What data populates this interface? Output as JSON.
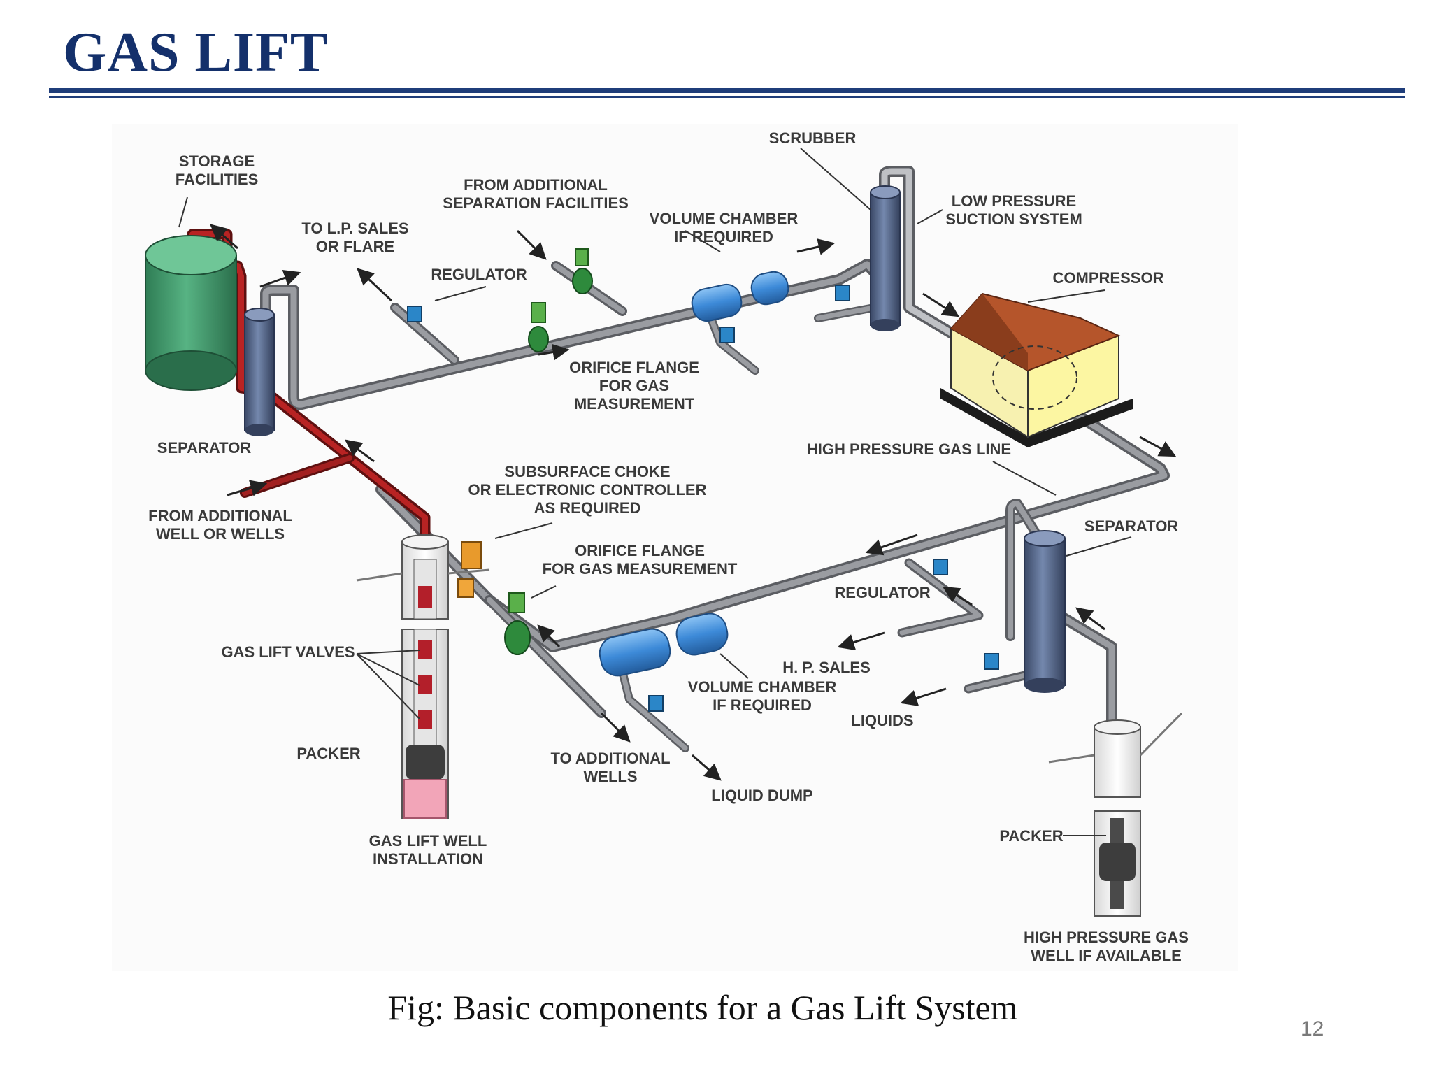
{
  "title": "GAS LIFT",
  "caption": "Fig: Basic components for a Gas Lift System",
  "page_number": "12",
  "colors": {
    "title": "#14306b",
    "rule": "#1f3d7a",
    "pipe_gray": "#7d7f84",
    "pipe_red": "#8e1c1c",
    "tank_green": "#3e9a6a",
    "vessel_blue": "#4f5f80",
    "chamber_blue": "#3d8ad8",
    "valve_blue": "#2b86c8",
    "roof_brown": "#a9502a",
    "house_yellow": "#fbf4a8"
  },
  "labels": {
    "storage_1": "STORAGE",
    "storage_2": "FACILITIES",
    "to_lp_1": "TO L.P. SALES",
    "to_lp_2": "OR FLARE",
    "from_sep_1": "FROM ADDITIONAL",
    "from_sep_2": "SEPARATION FACILITIES",
    "regulator_top": "REGULATOR",
    "vol_top_1": "VOLUME CHAMBER",
    "vol_top_2": "IF REQUIRED",
    "scrubber": "SCRUBBER",
    "lps_1": "LOW PRESSURE",
    "lps_2": "SUCTION SYSTEM",
    "compressor": "COMPRESSOR",
    "orifice_top_1": "ORIFICE FLANGE",
    "orifice_top_2": "FOR GAS",
    "orifice_top_3": "MEASUREMENT",
    "separator_left": "SEPARATOR",
    "hp_gas_line": "HIGH PRESSURE GAS LINE",
    "choke_1": "SUBSURFACE CHOKE",
    "choke_2": "OR ELECTRONIC CONTROLLER",
    "choke_3": "AS REQUIRED",
    "from_well_1": "FROM ADDITIONAL",
    "from_well_2": "WELL OR WELLS",
    "separator_right": "SEPARATOR",
    "orifice_bot_1": "ORIFICE FLANGE",
    "orifice_bot_2": "FOR GAS MEASUREMENT",
    "regulator_bot": "REGULATOR",
    "gas_lift_valves": "GAS LIFT VALVES",
    "hp_sales": "H. P. SALES",
    "vol_bot_1": "VOLUME CHAMBER",
    "vol_bot_2": "IF REQUIRED",
    "liquids": "LIQUIDS",
    "packer_left": "PACKER",
    "to_add_wells_1": "TO ADDITIONAL",
    "to_add_wells_2": "WELLS",
    "liquid_dump": "LIQUID DUMP",
    "gl_well_1": "GAS LIFT WELL",
    "gl_well_2": "INSTALLATION",
    "packer_right": "PACKER",
    "hp_well_1": "HIGH PRESSURE GAS",
    "hp_well_2": "WELL IF AVAILABLE"
  }
}
